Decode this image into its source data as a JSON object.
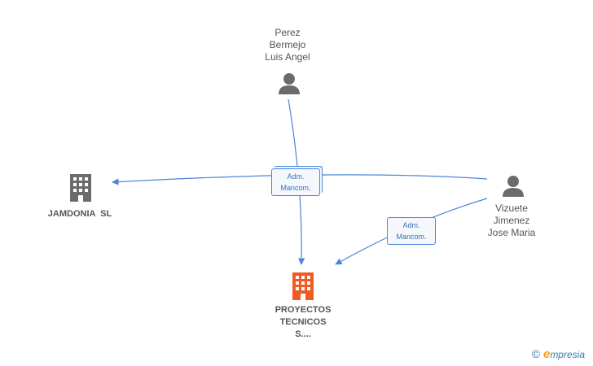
{
  "nodes": {
    "person_perez": {
      "lines": [
        "Perez",
        "Bermejo",
        "Luis Angel"
      ]
    },
    "person_vizuete": {
      "lines": [
        "Vizuete",
        "Jimenez",
        "Jose Maria"
      ]
    },
    "company_jamdonia": {
      "lines": [
        "JAMDONIA  SL"
      ]
    },
    "company_proyectos": {
      "lines": [
        "PROYECTOS",
        "TECNICOS",
        "S...."
      ]
    }
  },
  "edges": {
    "top_box": {
      "line1": "Adm.",
      "line2": "Mancom."
    },
    "bottom_box": {
      "line1": "Adm.",
      "line2": "Mancom."
    }
  },
  "colors": {
    "person": "#6b6b6b",
    "company_gray": "#6b6b6b",
    "company_highlight": "#f25a24",
    "edge": "#4a86d8"
  },
  "footer": {
    "copyright": "©",
    "brand_e": "e",
    "brand_rest": "mpresia"
  }
}
